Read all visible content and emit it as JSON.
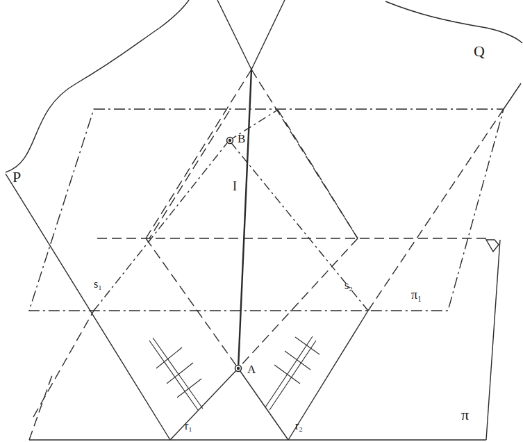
{
  "diagram": {
    "labels": [
      "P",
      "Q",
      "B",
      "I",
      "s₁",
      "s₂",
      "π₁",
      "A",
      "r₁",
      "r₂",
      "π"
    ]
  }
}
